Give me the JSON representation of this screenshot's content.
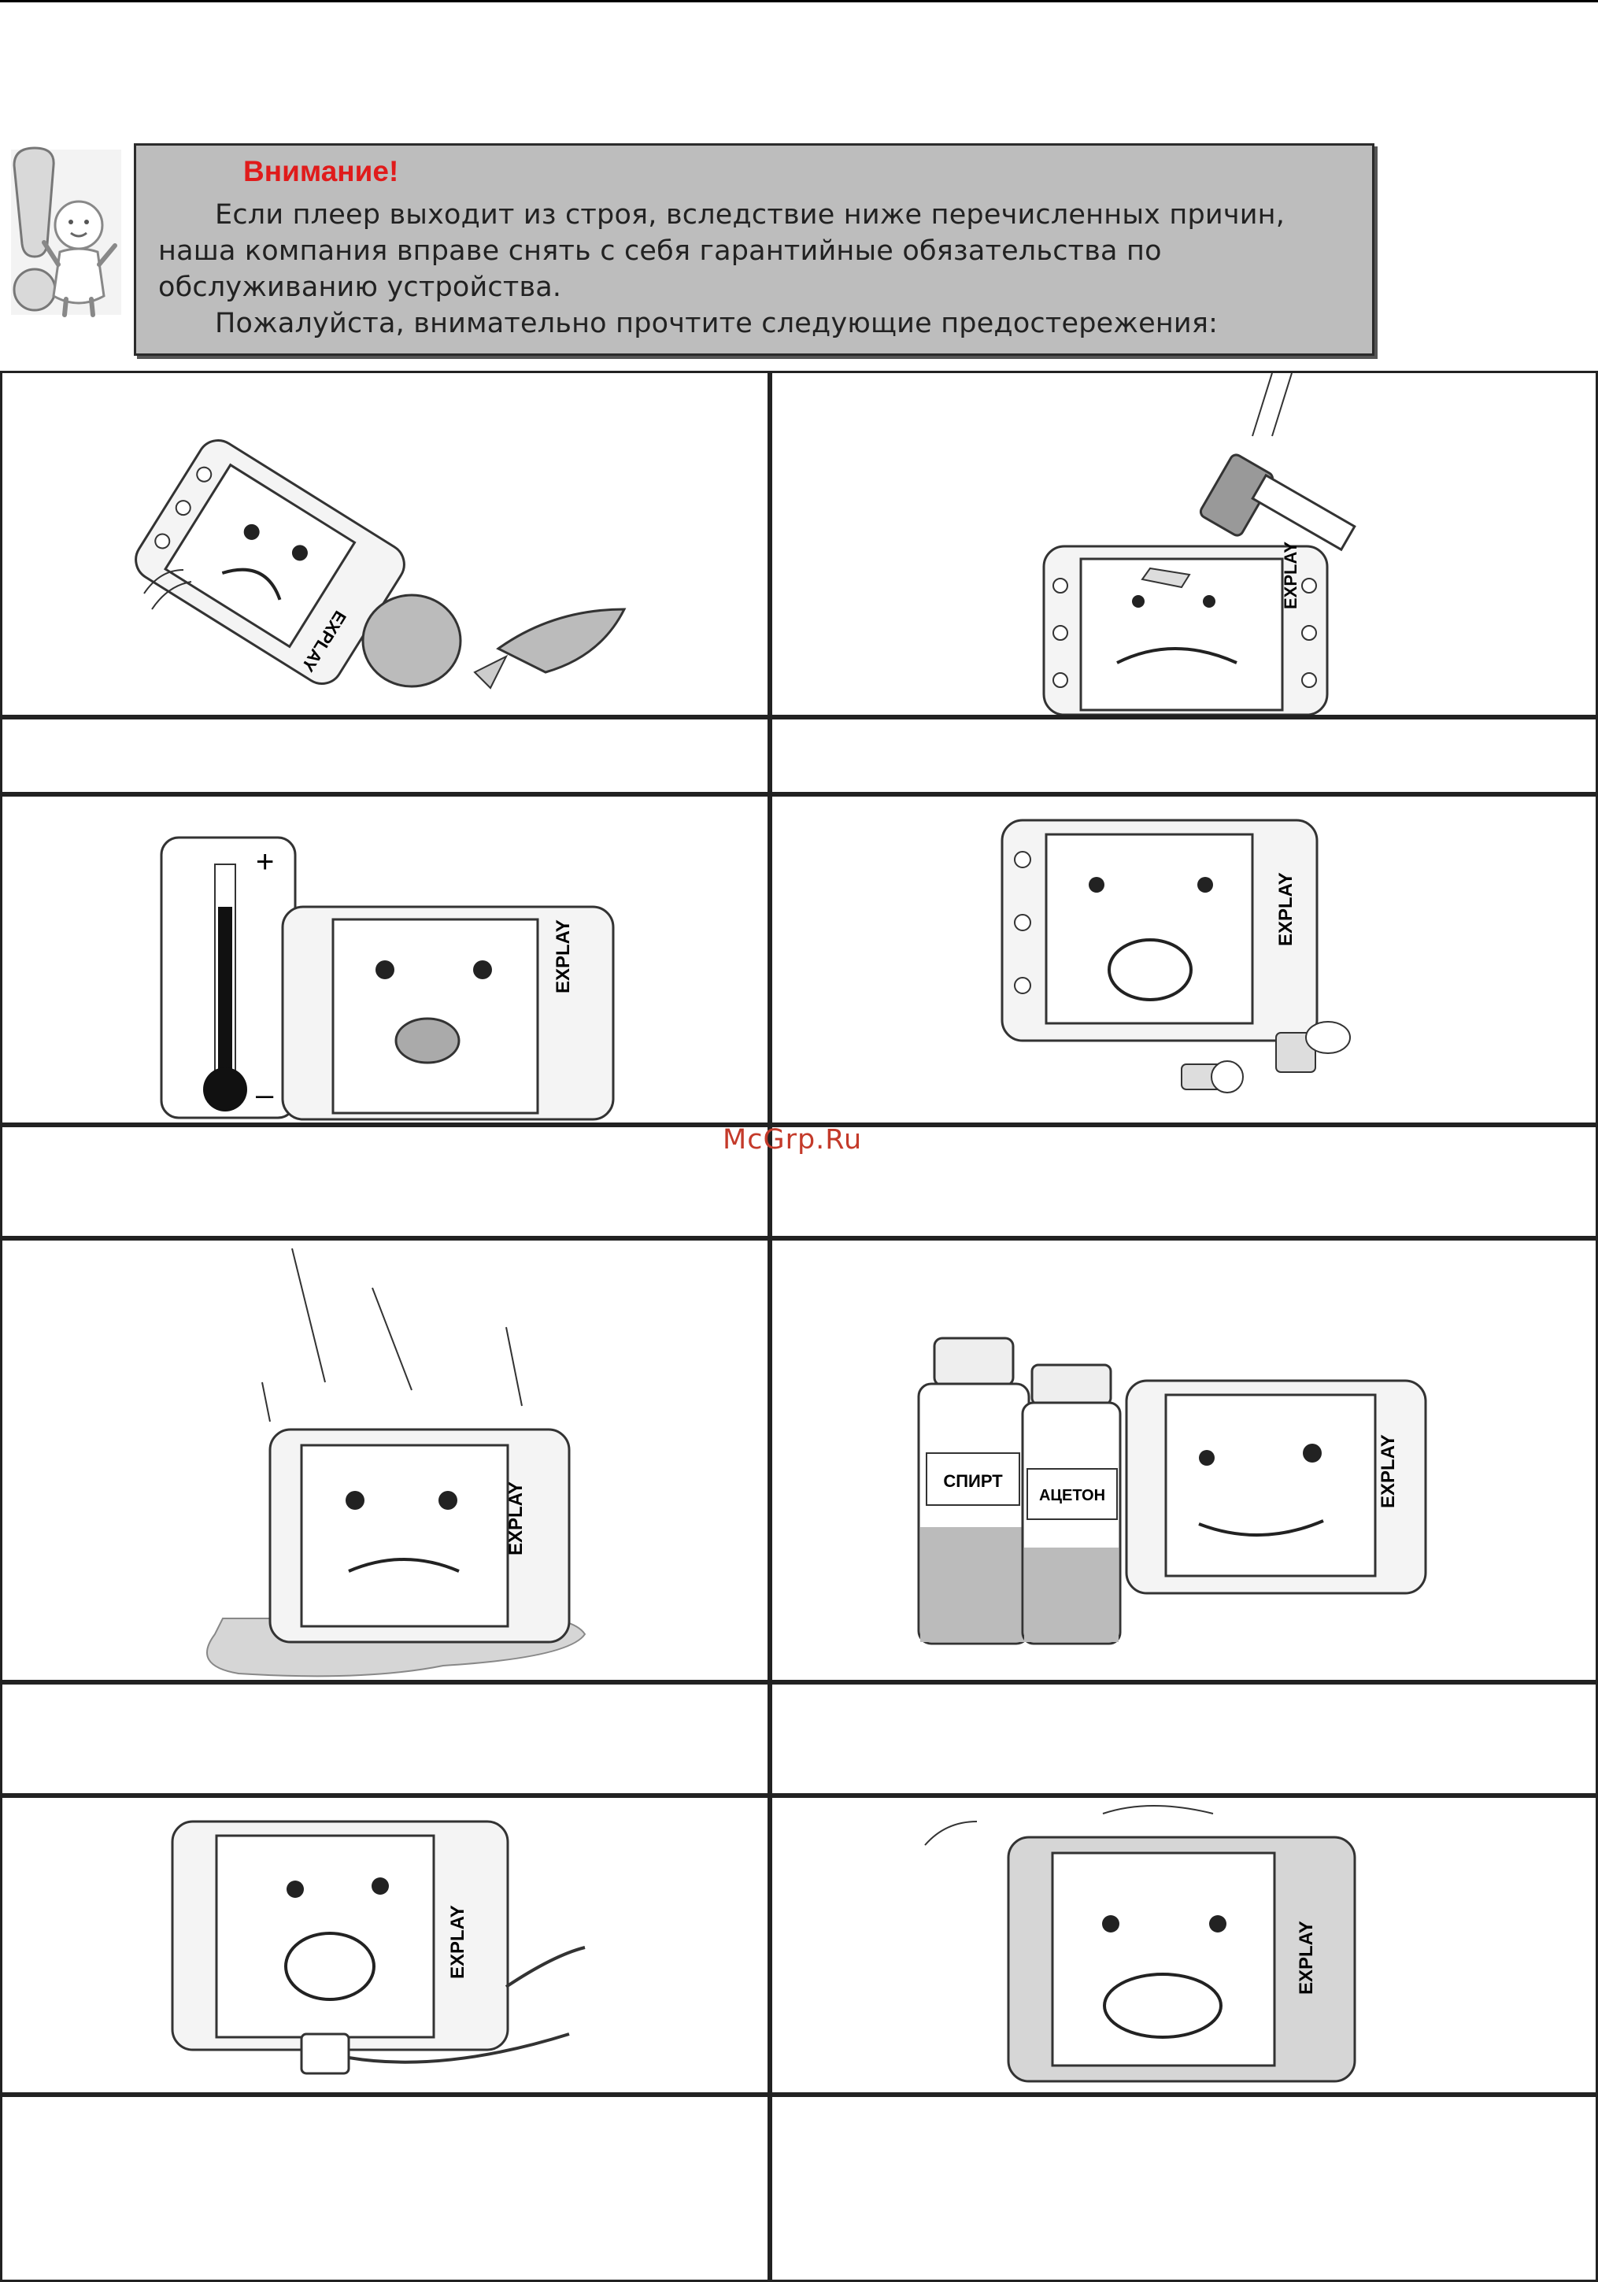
{
  "warning": {
    "title": "Внимание!",
    "lines": [
      "Если плеер выходит из строя, вследствие ниже перечисленных причин,",
      "наша компания вправе снять с себя гарантийные обязательства по",
      "обслуживанию устройства.",
      "Пожалуйста, внимательно прочтите следующие предостережения:"
    ]
  },
  "brand": "EXPLAY",
  "labels": {
    "alcohol": "СПИРТ",
    "acetone": "АЦЕТОН"
  },
  "thermometer": {
    "plus": "+",
    "minus": "–"
  },
  "watermark": "McGrp.Ru",
  "colors": {
    "accent_red": "#e01b1b",
    "box_gray": "#bdbdbd",
    "line": "#222222"
  }
}
